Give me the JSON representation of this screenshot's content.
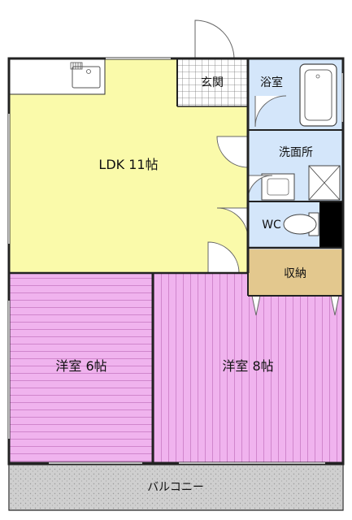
{
  "rooms": {
    "ldk": "LDK 11帖",
    "entrance": "玄関",
    "bath": "浴室",
    "washroom": "洗面所",
    "wc": "WC",
    "storage": "収納",
    "western_room_6": "洋室 6帖",
    "western_room_8": "洋室 8帖",
    "balcony": "バルコニー"
  },
  "colors": {
    "ldk": "#fafaaa",
    "western_rooms": "#f0b3ee",
    "wet_areas": "#d4e6fa",
    "storage": "#e3c88e",
    "balcony": "#c8c8c8",
    "walls": "#222222"
  }
}
